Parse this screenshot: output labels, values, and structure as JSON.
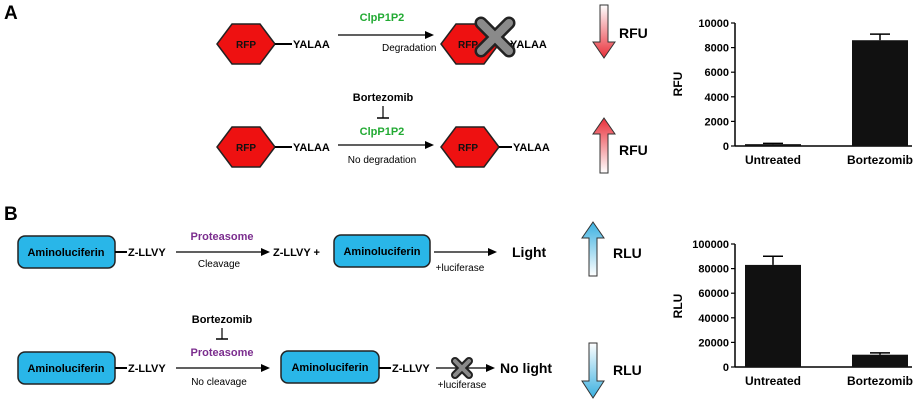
{
  "panel_a": {
    "label": "A",
    "rfp_label": "RFP",
    "tag": "YALAA",
    "enzyme": "ClpP1P2",
    "degradation": "Degradation",
    "inhibitor": "Bortezomib",
    "no_degradation": "No degradation",
    "readout": "RFU"
  },
  "panel_b": {
    "label": "B",
    "substrate": "Aminoluciferin",
    "peptide": "Z-LLVY",
    "peptide_plus": "Z-LLVY +",
    "enzyme": "Proteasome",
    "cleavage": "Cleavage",
    "no_cleavage": "No cleavage",
    "inhibitor": "Bortezomib",
    "luciferase": "+luciferase",
    "light": "Light",
    "no_light": "No light",
    "readout": "RLU"
  },
  "colors": {
    "rfp": "#ee1111",
    "enzyme_green": "#22aa33",
    "proteasome_purple": "#7b2d8e",
    "box_blue": "#29b6e8",
    "arrow_red": "#e8303a",
    "arrow_blue": "#3ab0e0",
    "bar_fill": "#111111"
  },
  "chart_data": [
    {
      "type": "bar",
      "categories": [
        "Untreated",
        "Bortezomib"
      ],
      "values": [
        150,
        8600
      ],
      "errors": [
        60,
        500
      ],
      "ylabel": "RFU",
      "ylim": [
        0,
        10000
      ],
      "yticks": [
        "0",
        "2000",
        "4000",
        "6000",
        "8000",
        "10000"
      ]
    },
    {
      "type": "bar",
      "categories": [
        "Untreated",
        "Bortezomib"
      ],
      "values": [
        83000,
        10000
      ],
      "errors": [
        7000,
        1500
      ],
      "ylabel": "RLU",
      "ylim": [
        0,
        100000
      ],
      "yticks": [
        "0",
        "20000",
        "40000",
        "60000",
        "80000",
        "100000"
      ]
    }
  ]
}
